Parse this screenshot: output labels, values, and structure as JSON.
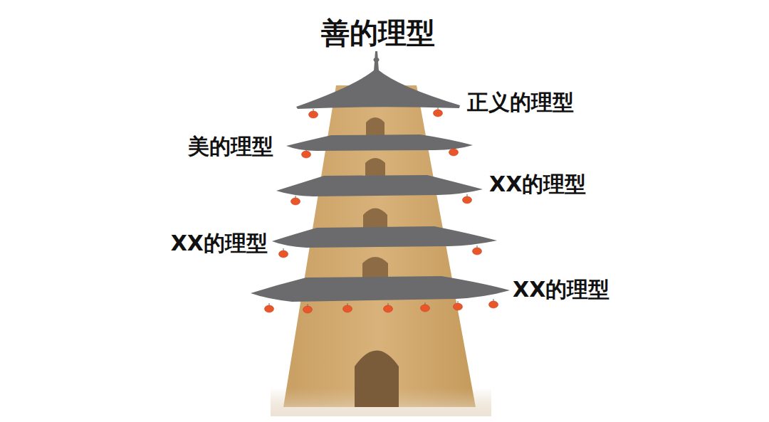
{
  "diagram": {
    "title": "善的理型",
    "labels": [
      "正义的理型",
      "美的理型",
      "XX的理型",
      "XX的理型",
      "XX的理型"
    ]
  }
}
